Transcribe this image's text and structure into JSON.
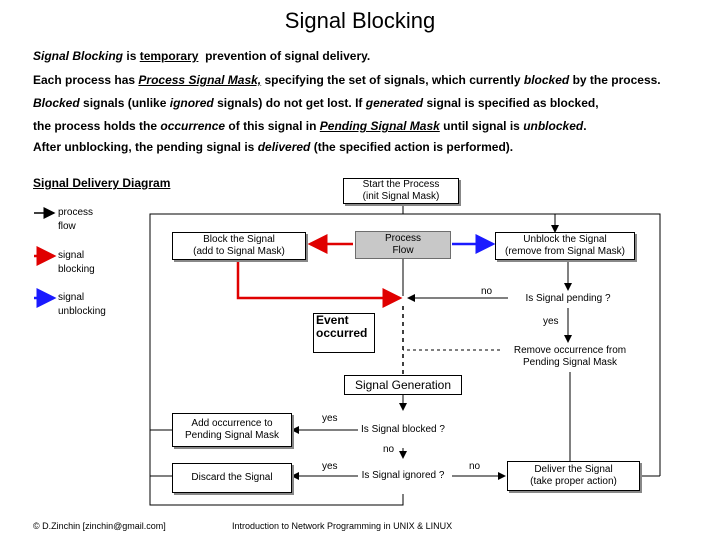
{
  "title": "Signal Blocking",
  "intro": {
    "p1": {
      "term": "Signal Blocking",
      "is": "is",
      "temporary": "temporary",
      "rest": "prevention of signal delivery."
    },
    "p2": {
      "a": "Each process has",
      "mask": "Process Signal Mask,",
      "b": "specifying the set of signals, which currently",
      "blocked": "blocked",
      "c": "by the process."
    },
    "p3": {
      "blocked": "Blocked",
      "a": "signals (unlike",
      "ignored": "ignored",
      "b": "signals) do not get lost. If",
      "generated": "generated",
      "c": "signal is specified as blocked,"
    },
    "p4": {
      "a": "the process holds the",
      "occurrence": "occurrence",
      "b": "of this signal in",
      "pending": "Pending Signal Mask",
      "c": "until signal is",
      "unblocked": "unblocked",
      "d": "."
    },
    "p5": {
      "a": "After unblocking, the pending signal is",
      "delivered": "delivered",
      "b": "(the specified action is performed)."
    }
  },
  "diagram": {
    "title": "Signal Delivery Diagram",
    "legend": {
      "process_flow": [
        "process",
        "flow"
      ],
      "signal_blocking": [
        "signal",
        "blocking"
      ],
      "signal_unblocking": [
        "signal",
        "unblocking"
      ]
    },
    "start_process": [
      "Start the Process",
      "(init Signal Mask)"
    ],
    "block_signal": [
      "Block the Signal",
      "(add to Signal Mask)"
    ],
    "process_flow": [
      "Process",
      "Flow"
    ],
    "unblock_signal": [
      "Unblock the Signal",
      "(remove from Signal Mask)"
    ],
    "is_pending": "Is Signal pending ?",
    "no": "no",
    "yes": "yes",
    "event": "Event occurred",
    "remove_occurrence": [
      "Remove occurrence from",
      "Pending Signal Mask"
    ],
    "signal_generation": "Signal Generation",
    "add_occurrence": [
      "Add occurrence to",
      "Pending Signal Mask"
    ],
    "is_blocked": "Is Signal blocked ?",
    "discard": "Discard the Signal",
    "is_ignored": "Is Signal ignored ?",
    "deliver": [
      "Deliver the Signal",
      "(take proper action)"
    ]
  },
  "colors": {
    "blocking": "#e00000",
    "unblocking": "#1a1aff",
    "flow": "#000000",
    "grey_box": "#c8c8c8"
  },
  "footer": {
    "left": "© D.Zinchin [zinchin@gmail.com]",
    "center": "Introduction to Network Programming in UNIX & LINUX"
  }
}
